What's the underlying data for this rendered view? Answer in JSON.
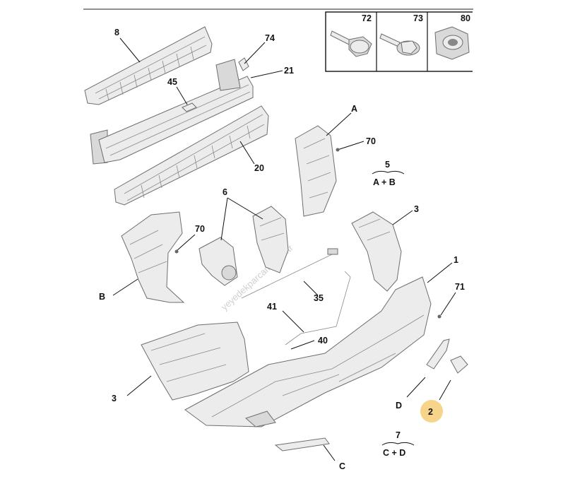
{
  "fasteners": [
    "72",
    "73",
    "80"
  ],
  "labels": {
    "l8": "8",
    "l74": "74",
    "l21": "21",
    "l45": "45",
    "l20": "20",
    "lA": "A",
    "l70a": "70",
    "l5": "5",
    "l5sub": "A + B",
    "l6": "6",
    "l3a": "3",
    "l70b": "70",
    "lB": "B",
    "l1": "1",
    "l71": "71",
    "l35": "35",
    "l41": "41",
    "l40": "40",
    "l3b": "3",
    "lD": "D",
    "l2": "2",
    "l7": "7",
    "l7sub": "C + D",
    "lC": "C"
  },
  "watermark": "yeyedekparcam.com.tr",
  "colors": {
    "highlight": "#f6d58a",
    "ink": "#111111",
    "part": "#ececec"
  }
}
